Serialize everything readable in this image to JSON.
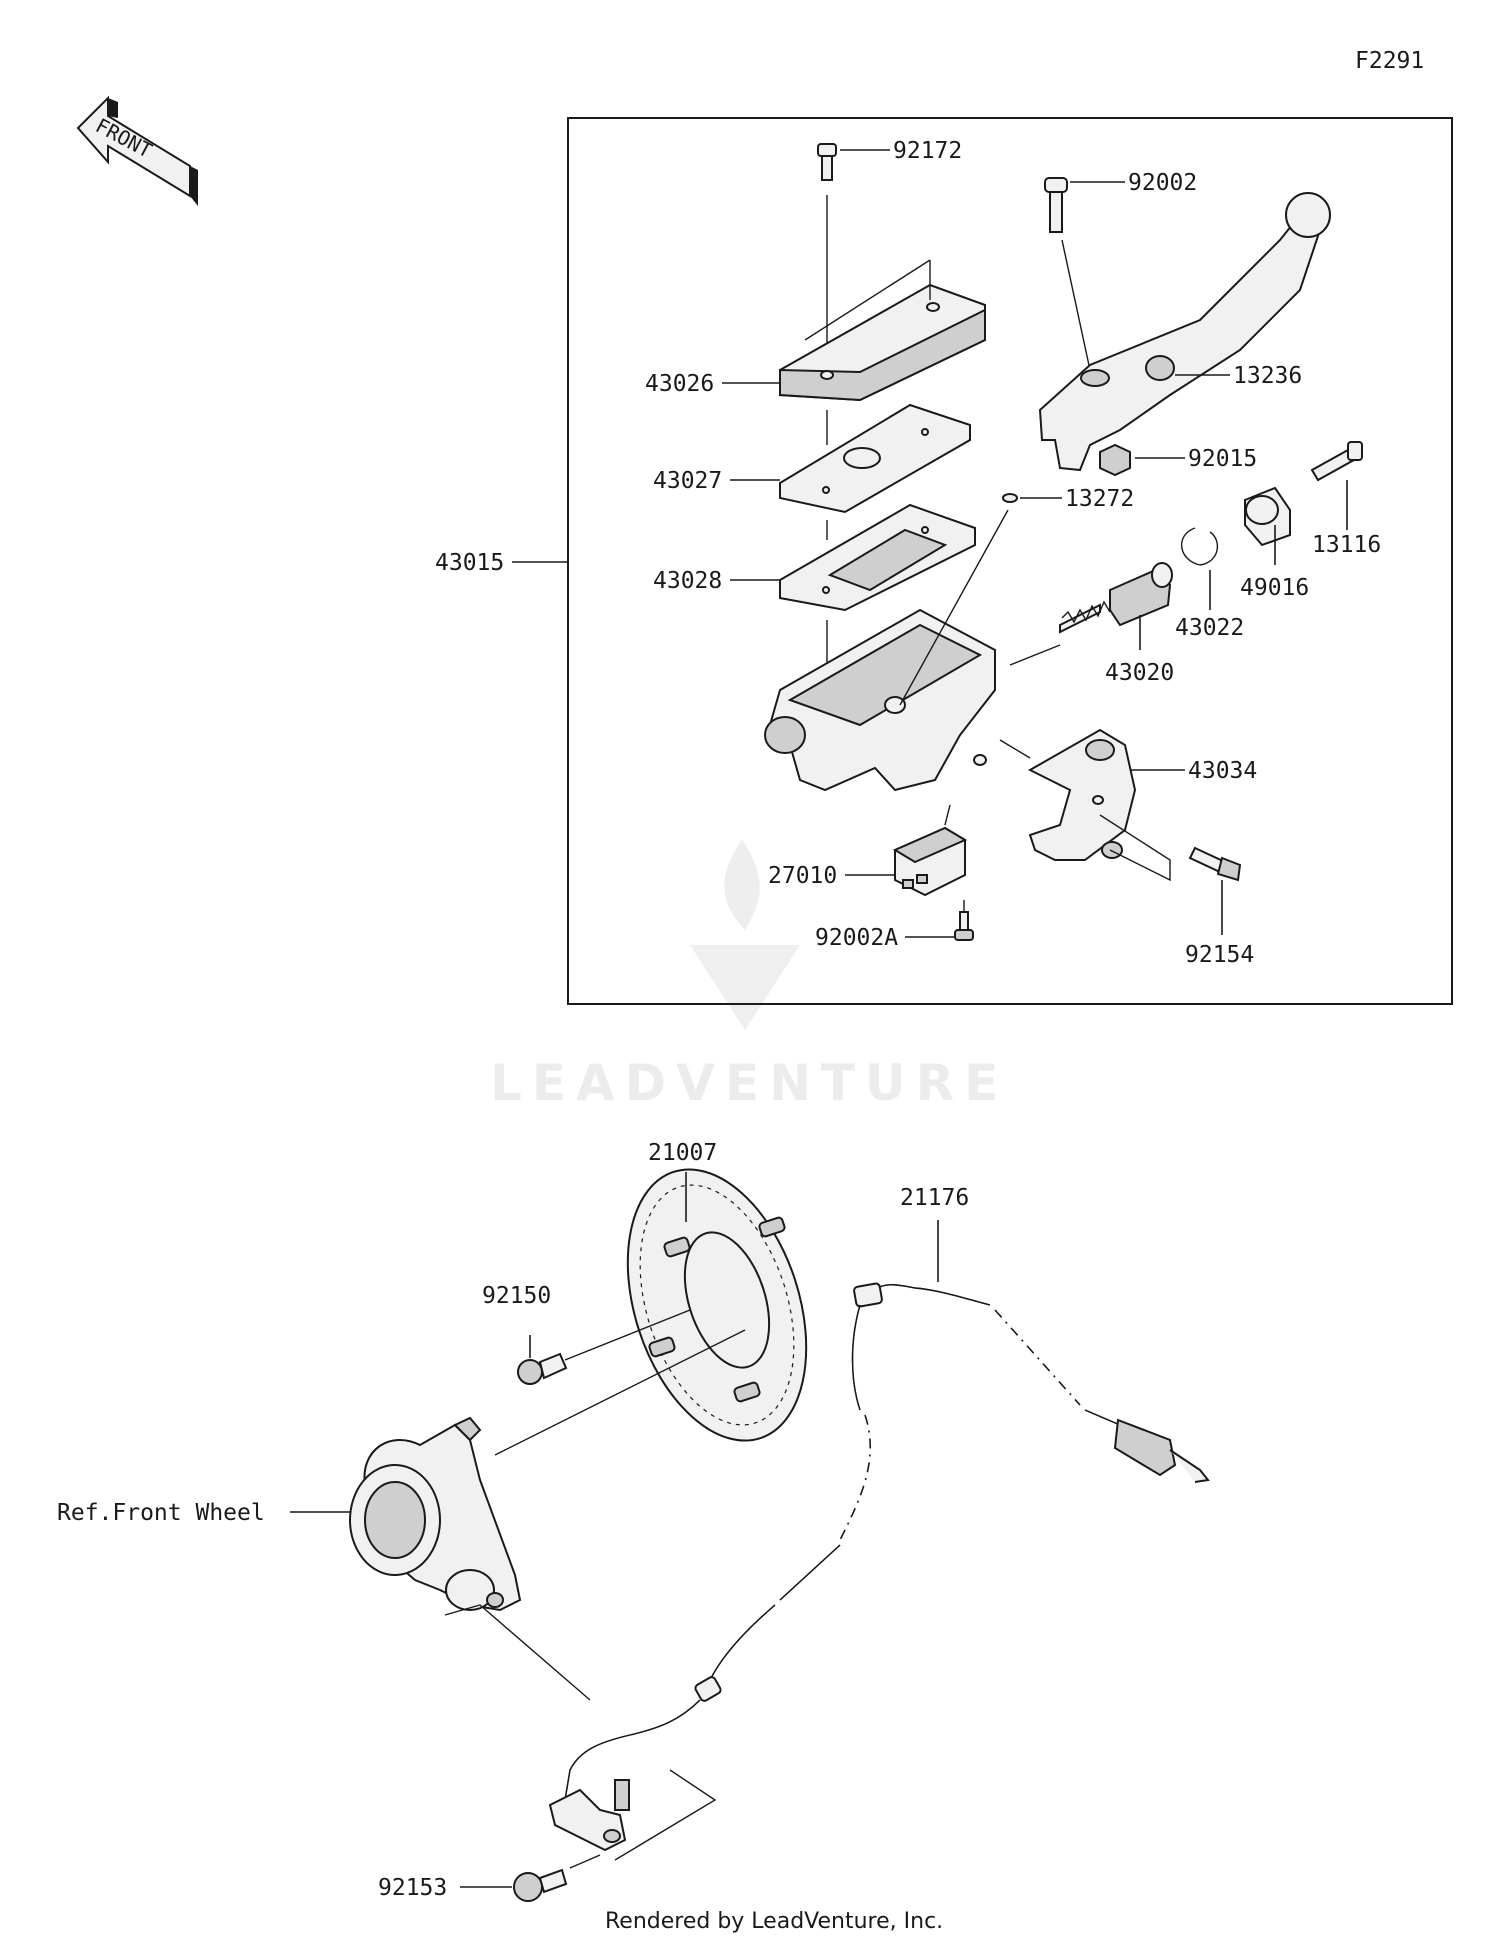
{
  "diagram_code": "F2291",
  "front_arrow_label": "FRONT",
  "watermark_text": "LEADVENTURE",
  "footer_text": "Rendered by LeadVenture, Inc.",
  "assembly_label": "43015",
  "parts": {
    "p92172": "92172",
    "p92002": "92002",
    "p43026": "43026",
    "p13236": "13236",
    "p92015": "92015",
    "p43027": "43027",
    "p13272": "13272",
    "p13116": "13116",
    "p43028": "43028",
    "p49016": "49016",
    "p43022": "43022",
    "p43020": "43020",
    "p43034": "43034",
    "p27010": "27010",
    "p92002A": "92002A",
    "p92154": "92154",
    "p21007": "21007",
    "p21176": "21176",
    "p92150": "92150",
    "p92153": "92153"
  },
  "ref_front_wheel": "Ref.Front Wheel"
}
